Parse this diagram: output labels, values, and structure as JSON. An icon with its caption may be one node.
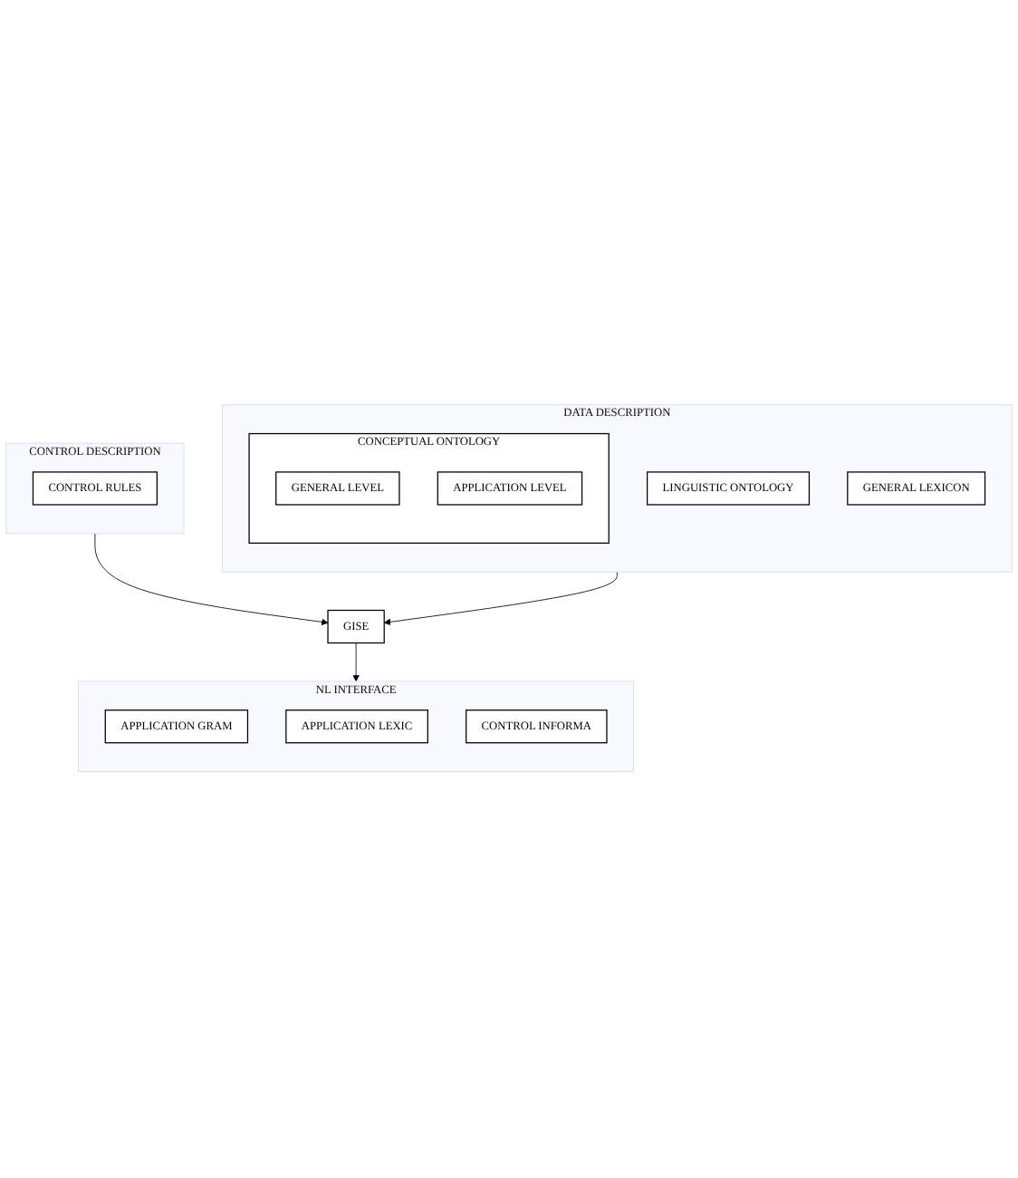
{
  "diagram": {
    "nodes": [
      {
        "text": [
          "CONTROL DESCRIPTION"
        ]
      },
      {
        "text": [
          "CONTROL RULES"
        ],
        "in": 0
      },
      {
        "text": [
          "DATA DESCRIPTION"
        ]
      },
      {
        "text": [
          "CONCEPTUAL ONTOLOGY"
        ],
        "in": 2
      },
      {
        "text": [
          "GENERAL LEVEL"
        ],
        "in": 3
      },
      {
        "text": [
          "APPLICATION LEVEL"
        ],
        "in": 3
      },
      {
        "text": [
          "GISE"
        ]
      },
      {
        "text": [
          "LINGUISTIC ONTOLOGY"
        ],
        "in": 2
      },
      {
        "text": [
          "GENERAL LEXICON"
        ],
        "in": 2
      },
      {
        "text": [
          "NL INTERFACE"
        ]
      },
      {
        "text": [
          "APPLICATION GRAM"
        ],
        "in": 9
      },
      {
        "text": [
          "APPLICATION LEXIC"
        ],
        "in": 9
      },
      {
        "text": [
          "CONTROL INFORMA"
        ],
        "in": 9
      }
    ],
    "edges": [
      {
        "from": 0,
        "to": 6,
        "arrow": "to"
      },
      {
        "from": 2,
        "to": 6,
        "arrow": "to"
      },
      {
        "from": 6,
        "to": 9,
        "arrow": "to"
      }
    ]
  }
}
